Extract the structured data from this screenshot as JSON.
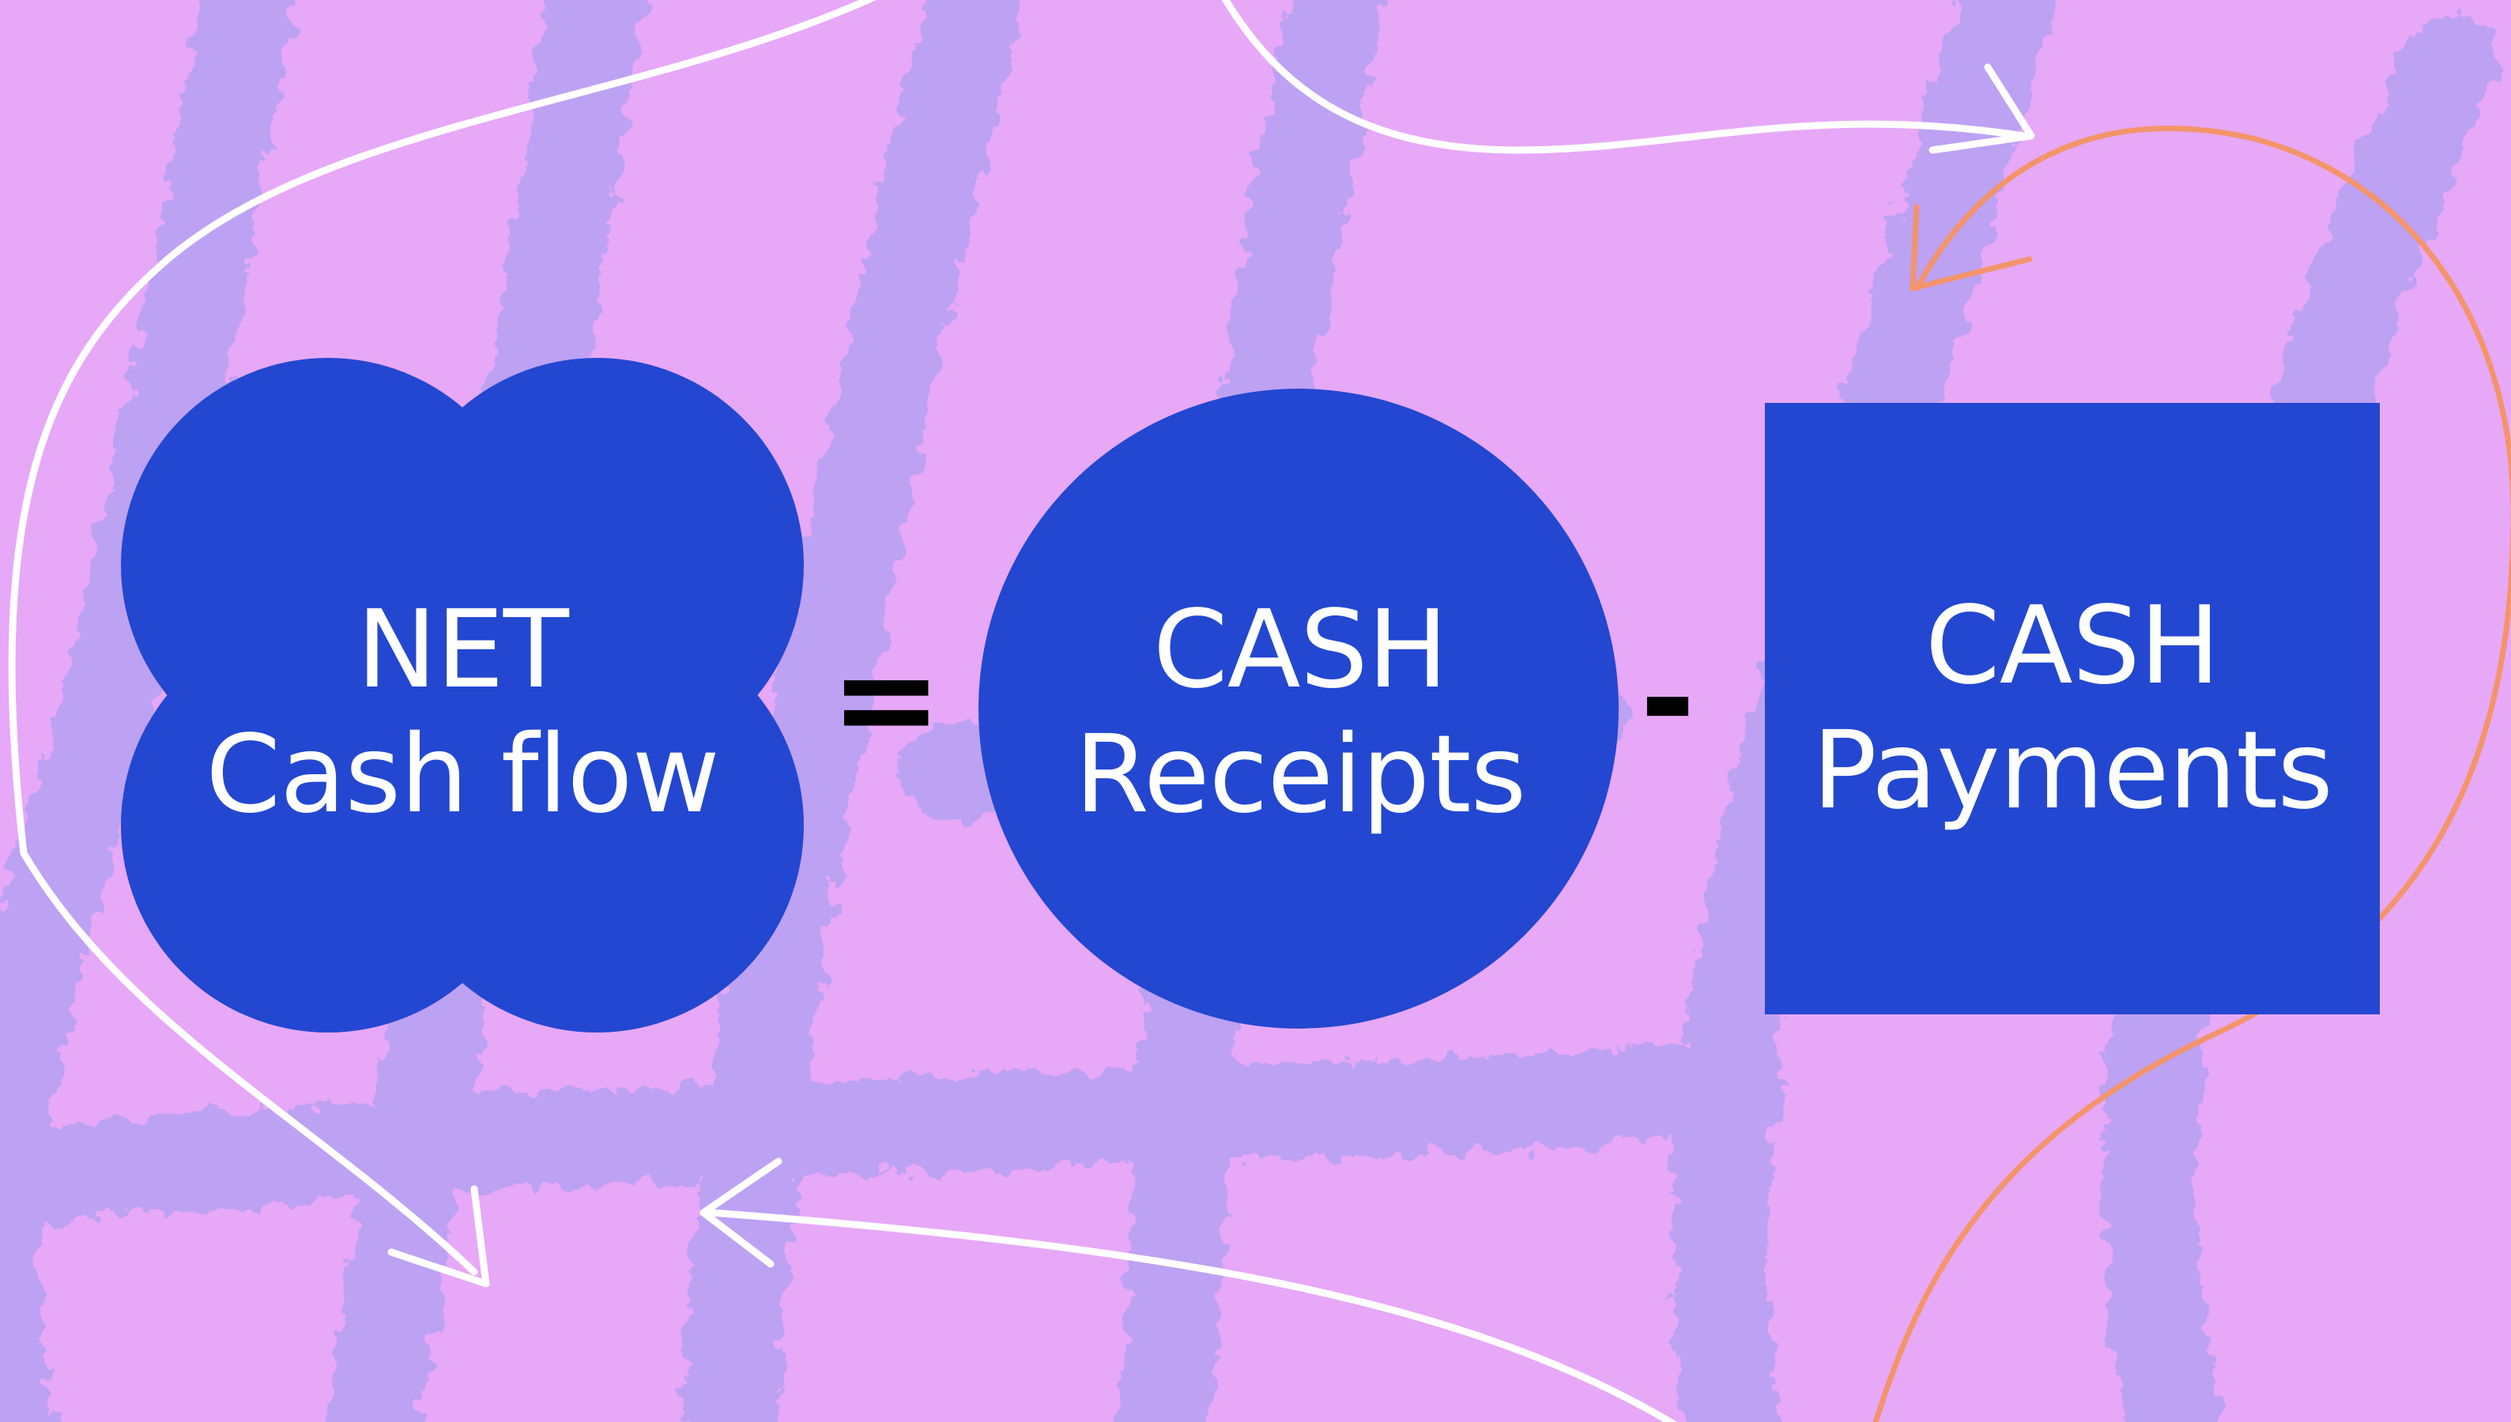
{
  "colors": {
    "background": "#e7a8f7",
    "stroke_texture": "#9b9df0",
    "shape_fill": "#2347d1",
    "text": "#ffffff",
    "operator": "#000000",
    "arrow_white": "#ffffff",
    "arrow_orange": "#f3946a"
  },
  "equation": {
    "net": {
      "line1": "NET",
      "line2": "Cash flow",
      "shape": "four-lobe-flower"
    },
    "equals": "=",
    "receipts": {
      "line1": "CASH",
      "line2": "Receipts",
      "shape": "circle"
    },
    "minus": "-",
    "payments": {
      "line1": "CASH",
      "line2": "Payments",
      "shape": "square"
    }
  },
  "decorations": {
    "arrows": [
      "white-arrow-top",
      "white-arrow-left",
      "white-arrow-bottom",
      "orange-arrow-right"
    ]
  }
}
